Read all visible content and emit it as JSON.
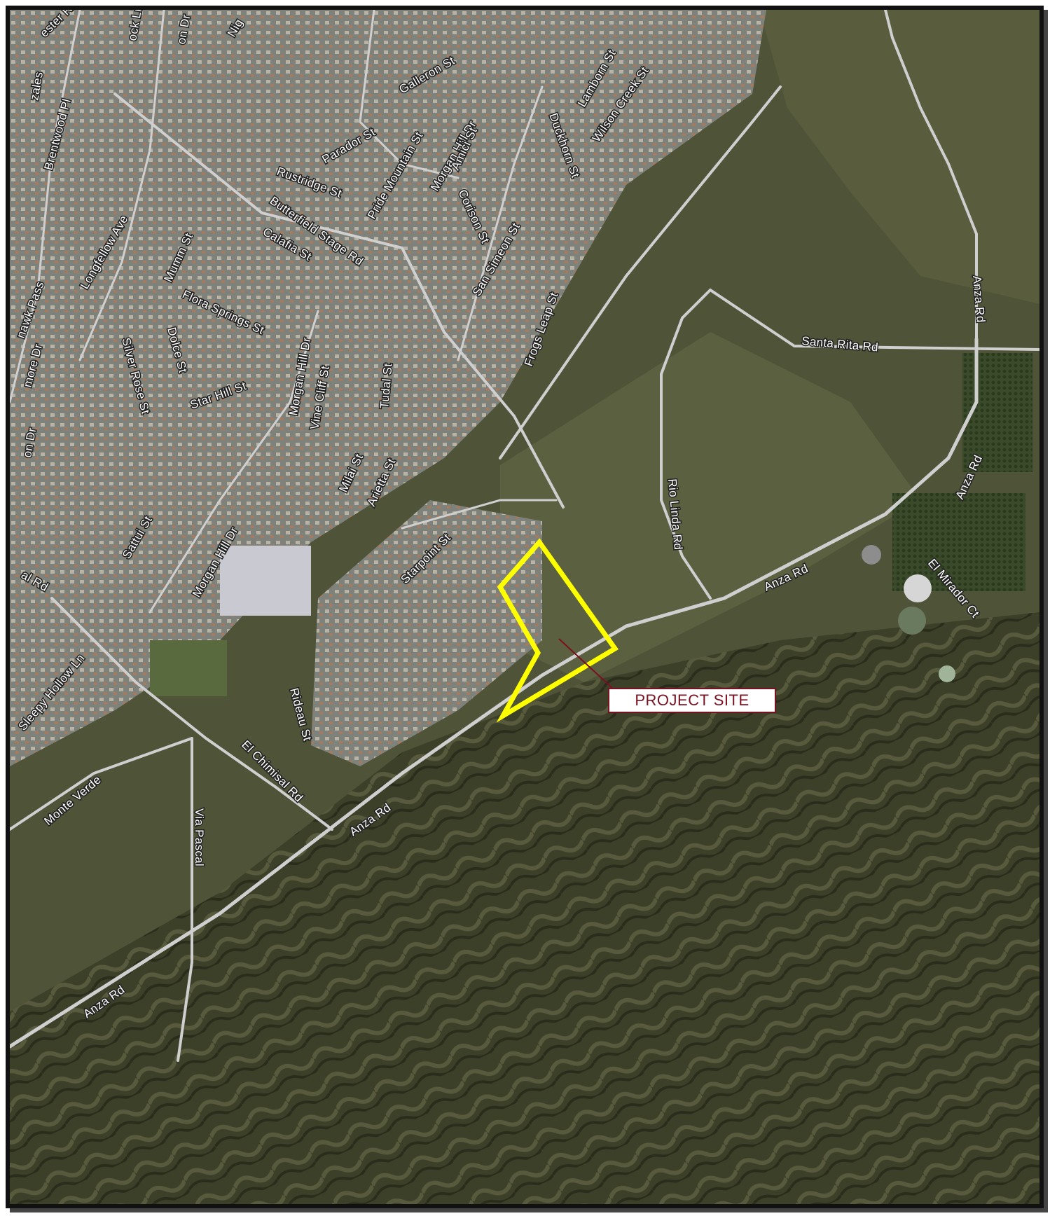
{
  "map": {
    "project_label": "PROJECT  SITE",
    "colors": {
      "site_outline": "#ffff00",
      "label_text": "#7a1020",
      "road": "#c8c8c8",
      "residential": "#8a8d86",
      "hills": "#3c3f2a",
      "field": "#5b6040"
    },
    "road_labels": [
      "ester Rd",
      "ock Ln",
      "on Dr",
      "Nig",
      "zales",
      "Brentwood Pl",
      "Galleron St",
      "Lamborn St",
      "Wilson Creek St",
      "Parador St",
      "Duckhorn St",
      "Morgan Hill Dr",
      "Pride Mountain St",
      "Rustridge St",
      "Amici St",
      "Butterfield Stage Rd",
      "Corison St",
      "Longfellow Ave",
      "Calafia St",
      "Mumm St",
      "San Simeon St",
      "Frogs Leap St",
      "nawk Pass",
      "Flora Springs St",
      "more Dr",
      "Dolce St",
      "Silver Rose St",
      "Star Hill St",
      "Morgan Hill Dr",
      "Vine Cliff St",
      "Tudal St",
      "Santa Rita Rd",
      "Anza Rd",
      "on Dr",
      "Milai St",
      "Arietta St",
      "Rio Linda Rd",
      "Anza Rd",
      "Sattui St",
      "Morgan Hill Dr",
      "Starpoint St",
      "Anza Rd",
      "El Mirador Ct",
      "al Rd",
      "Sleepy Hollow Ln",
      "Rideau St",
      "Monte Verde",
      "El Chimisal Rd",
      "Anza Rd",
      "Via Pascal",
      "Anza Rd"
    ]
  }
}
